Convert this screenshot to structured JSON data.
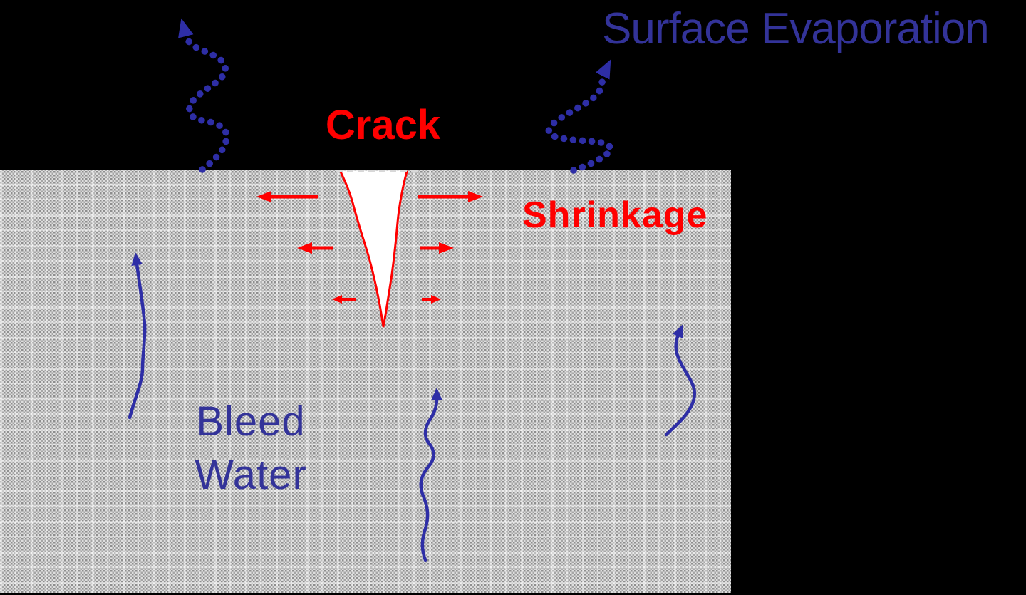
{
  "labels": {
    "surface_evaporation": "Surface Evaporation",
    "crack": "Crack",
    "shrinkage": "Shrinkage",
    "bleed_water": "Bleed\nWater"
  },
  "colors": {
    "background": "#000000",
    "label_blue": "#333399",
    "arrow_blue": "#2E2EA6",
    "label_red": "#FF0000",
    "arrow_red": "#FF0000",
    "crack_fill": "#FFFFFF",
    "surface_dash": "#D8D8D8",
    "concrete_light": "#DEDEDE",
    "concrete_dark": "#8E8E8E",
    "concrete_mid": "#A6A6A6"
  }
}
